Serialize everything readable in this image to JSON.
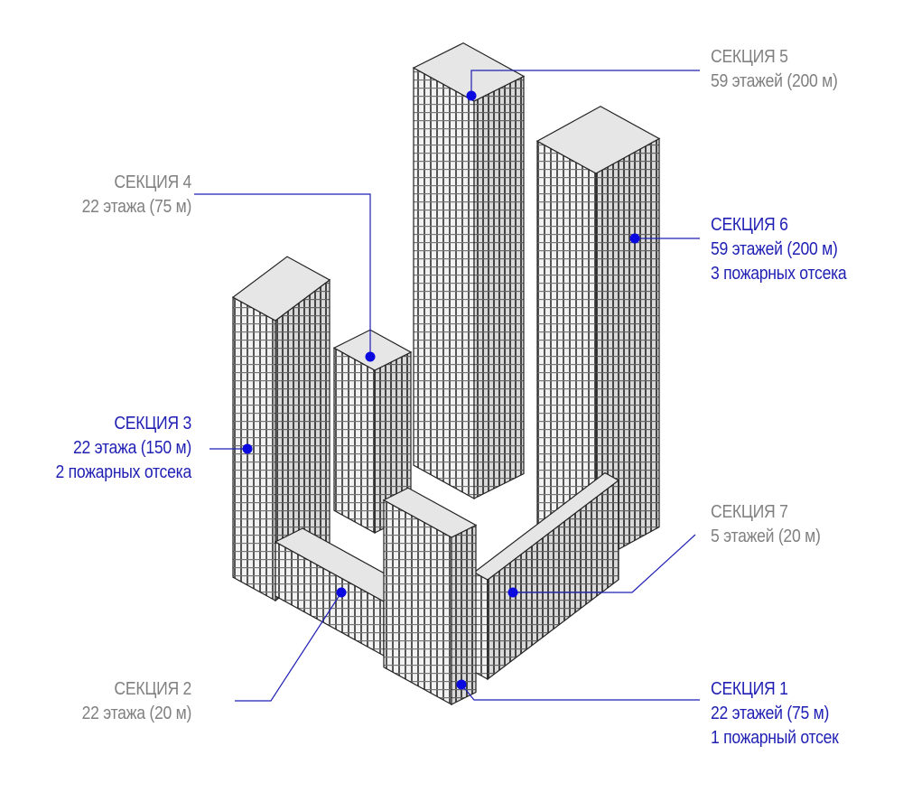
{
  "colors": {
    "accent": "#1f1fb4",
    "muted": "#808080"
  },
  "sections": [
    {
      "id": "s5",
      "lines": [
        "СЕКЦИЯ 5",
        "59 этажей (200 м)"
      ],
      "highlight": false
    },
    {
      "id": "s4",
      "lines": [
        "СЕКЦИЯ 4",
        "22 этажа (75 м)"
      ],
      "highlight": false
    },
    {
      "id": "s6",
      "lines": [
        "СЕКЦИЯ 6",
        "59 этажей (200 м)",
        "3 пожарных отсека"
      ],
      "highlight": true
    },
    {
      "id": "s3",
      "lines": [
        "СЕКЦИЯ 3",
        "22 этажа (150 м)",
        "2 пожарных отсека"
      ],
      "highlight": true
    },
    {
      "id": "s7",
      "lines": [
        "СЕКЦИЯ 7",
        "5 этажей (20 м)"
      ],
      "highlight": false
    },
    {
      "id": "s2",
      "lines": [
        "СЕКЦИЯ 2",
        "22 этажа (20 м)"
      ],
      "highlight": false
    },
    {
      "id": "s1",
      "lines": [
        "СЕКЦИЯ 1",
        "22 этажей (75 м)",
        "1 пожарный отсек"
      ],
      "highlight": true
    }
  ]
}
